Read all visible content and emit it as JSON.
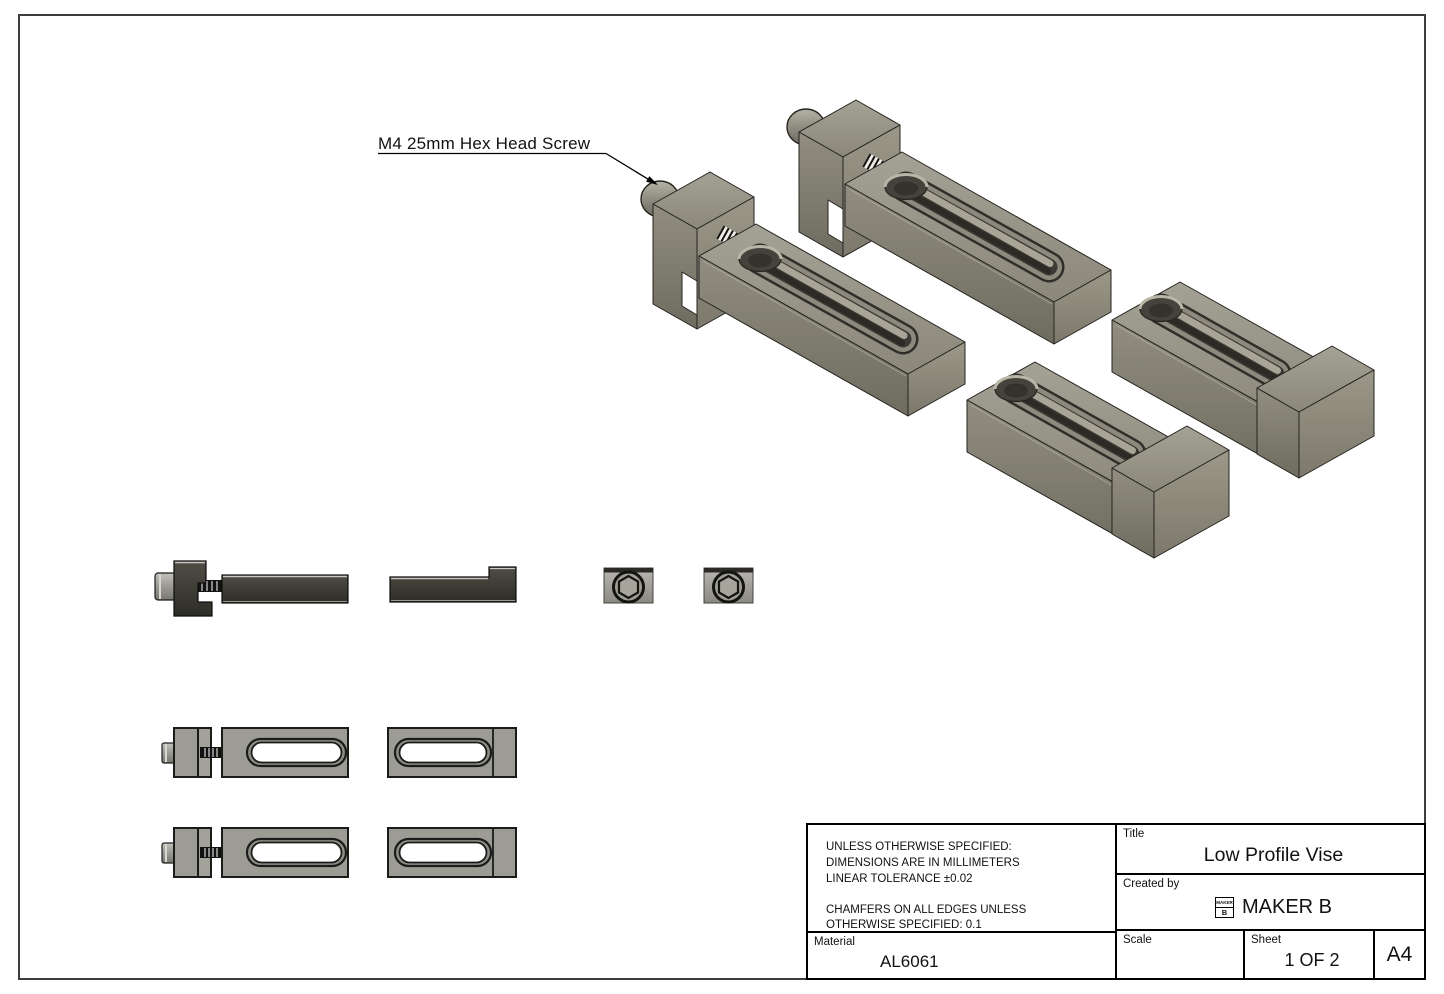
{
  "annotation": {
    "label": "M4 25mm Hex Head Screw"
  },
  "title_block": {
    "notes": [
      "UNLESS OTHERWISE SPECIFIED:",
      "DIMENSIONS ARE IN MILLIMETERS",
      "LINEAR TOLERANCE ±0.02",
      "CHAMFERS ON ALL EDGES UNLESS",
      "OTHERWISE SPECIFIED: 0.1"
    ],
    "title_label": "Title",
    "title": "Low Profile Vise",
    "created_by_label": "Created by",
    "created_by": "MAKER B",
    "logo_top": "MAKER",
    "logo_bottom": "B",
    "material_label": "Material",
    "material": "AL6061",
    "scale_label": "Scale",
    "scale": "",
    "sheet_label": "Sheet",
    "sheet": "1 OF 2",
    "paper_size": "A4"
  },
  "colors": {
    "part_top": "#9a978b",
    "part_side": "#7e7b6e",
    "dark_side_view": "#3f3d36",
    "top_view_gray": "#9c9c95",
    "outline": "#1b1b19",
    "page_background": "#ffffff",
    "sheet_border": "#3d3d3d"
  }
}
